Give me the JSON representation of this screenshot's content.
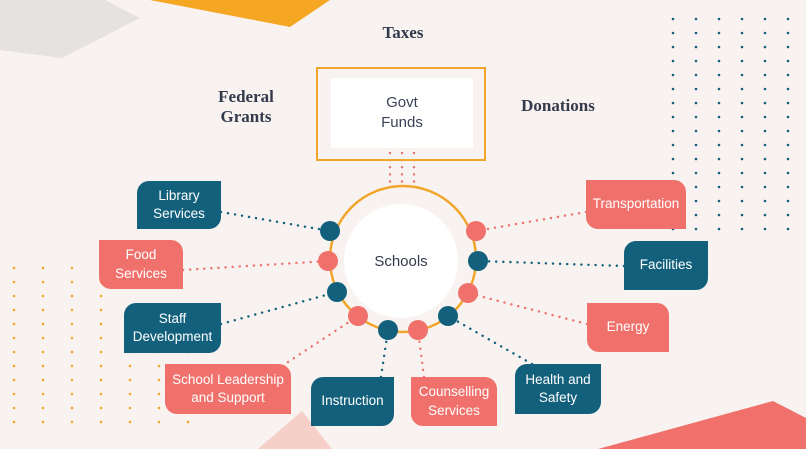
{
  "colors": {
    "background": "#f8f3f0",
    "blue": "#13607c",
    "coral": "#f0716c",
    "orange": "#f2a52b",
    "gray_shape": "#e6e2df",
    "pink_shape": "#f7cfc9"
  },
  "sources": {
    "taxes": "Taxes",
    "federal_grants": "Federal\nGrants",
    "donations": "Donations"
  },
  "govt_funds": "Govt\nFunds",
  "hub": "Schools",
  "services": [
    {
      "label": "Library\nServices",
      "color": "blue"
    },
    {
      "label": "Food\nServices",
      "color": "coral"
    },
    {
      "label": "Staff\nDevelopment",
      "color": "blue"
    },
    {
      "label": "School Leadership\nand Support",
      "color": "coral"
    },
    {
      "label": "Instruction",
      "color": "blue"
    },
    {
      "label": "Counselling\nServices",
      "color": "coral"
    },
    {
      "label": "Health and\nSafety",
      "color": "blue"
    },
    {
      "label": "Energy",
      "color": "coral"
    },
    {
      "label": "Facilities",
      "color": "blue"
    },
    {
      "label": "Transportation",
      "color": "coral"
    }
  ]
}
